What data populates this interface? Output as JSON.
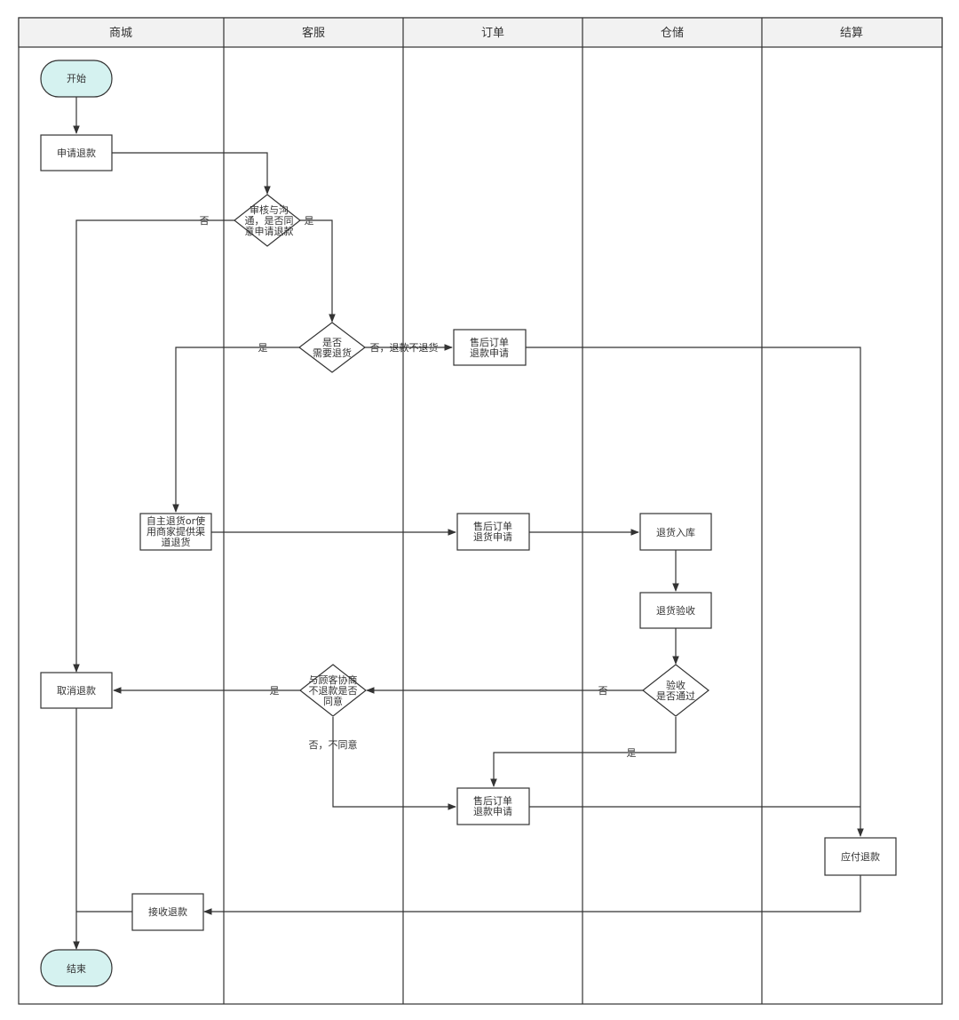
{
  "lanes": {
    "mall": "商城",
    "service": "客服",
    "order": "订单",
    "warehouse": "仓储",
    "settlement": "结算"
  },
  "nodes": {
    "start": "开始",
    "apply_refund": [
      "申请退款"
    ],
    "review": [
      "审核与沟",
      "通，是否同",
      "意申请退款"
    ],
    "need_return": [
      "是否",
      "需要退货"
    ],
    "aftersale_refund_top": [
      "售后订单",
      "退款申请"
    ],
    "self_return": [
      "自主退货or使",
      "用商家提供渠",
      "道退货"
    ],
    "aftersale_return": [
      "售后订单",
      "退货申请"
    ],
    "return_instock": [
      "退货入库"
    ],
    "return_inspect": [
      "退货验收"
    ],
    "inspect_pass": [
      "验收",
      "是否通过"
    ],
    "negotiate": [
      "与顾客协商",
      "不退款是否",
      "同意"
    ],
    "cancel_refund": [
      "取消退款"
    ],
    "aftersale_refund_bottom": [
      "售后订单",
      "退款申请"
    ],
    "payable_refund": [
      "应付退款"
    ],
    "receive_refund": [
      "接收退款"
    ],
    "end": "结束"
  },
  "edge_labels": {
    "review_no": "否",
    "review_yes": "是",
    "need_return_yes": "是",
    "need_return_no": "否，退款不退货",
    "inspect_no": "否",
    "inspect_yes": "是",
    "negotiate_yes": "是",
    "negotiate_no": "否，不同意"
  },
  "colors": {
    "terminal_fill": "#d5f2f0",
    "line": "#333333",
    "header_fill": "#f2f2f2"
  }
}
